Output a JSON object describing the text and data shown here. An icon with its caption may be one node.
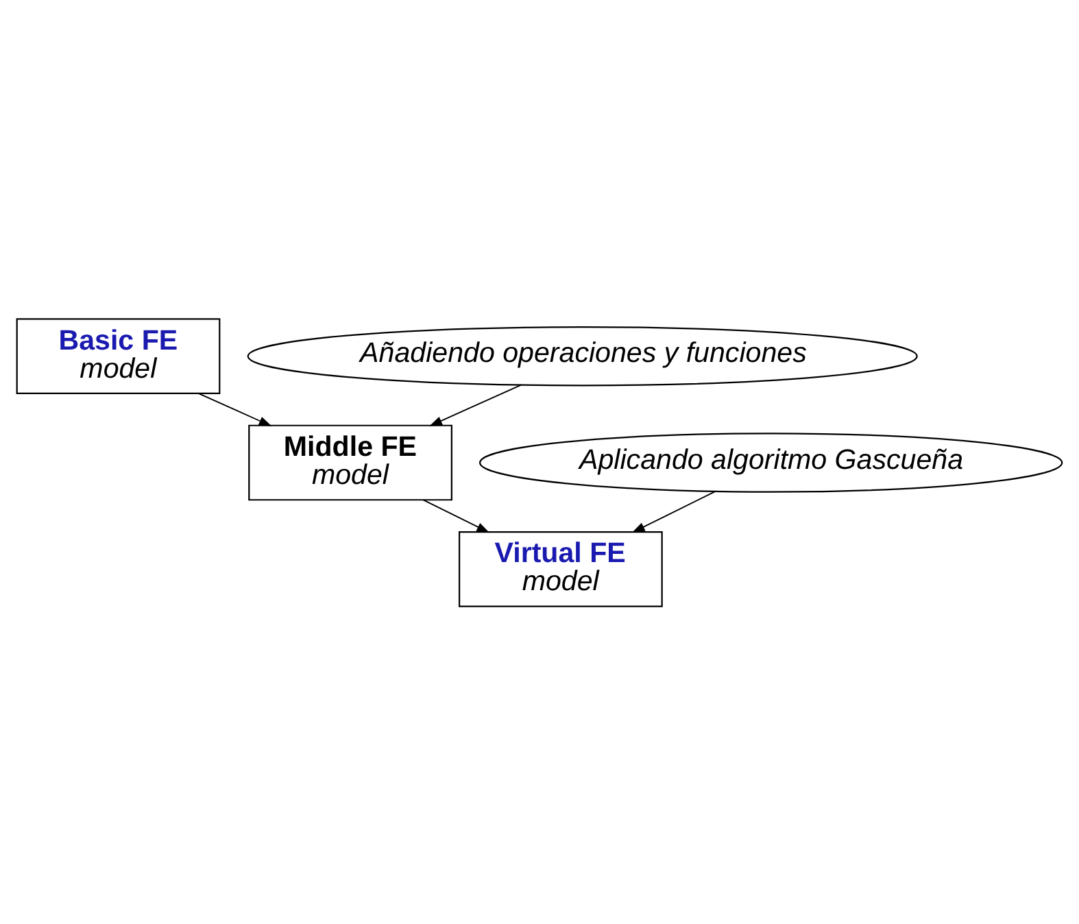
{
  "diagram": {
    "nodes": [
      {
        "text": [
          "Basic FE",
          "model"
        ]
      },
      {
        "text": [
          "Añadiendo operaciones y funciones"
        ]
      },
      {
        "text": [
          "Middle FE",
          "model"
        ]
      },
      {
        "text": [
          "Aplicando algoritmo Gascueña"
        ]
      },
      {
        "text": [
          "Virtual FE",
          "model"
        ]
      }
    ],
    "edges": [
      {
        "from": 0,
        "to": 2,
        "arrow": "to"
      },
      {
        "from": 1,
        "to": 2,
        "arrow": "to"
      },
      {
        "from": 2,
        "to": 4,
        "arrow": "to"
      },
      {
        "from": 3,
        "to": 4,
        "arrow": "to"
      }
    ]
  }
}
